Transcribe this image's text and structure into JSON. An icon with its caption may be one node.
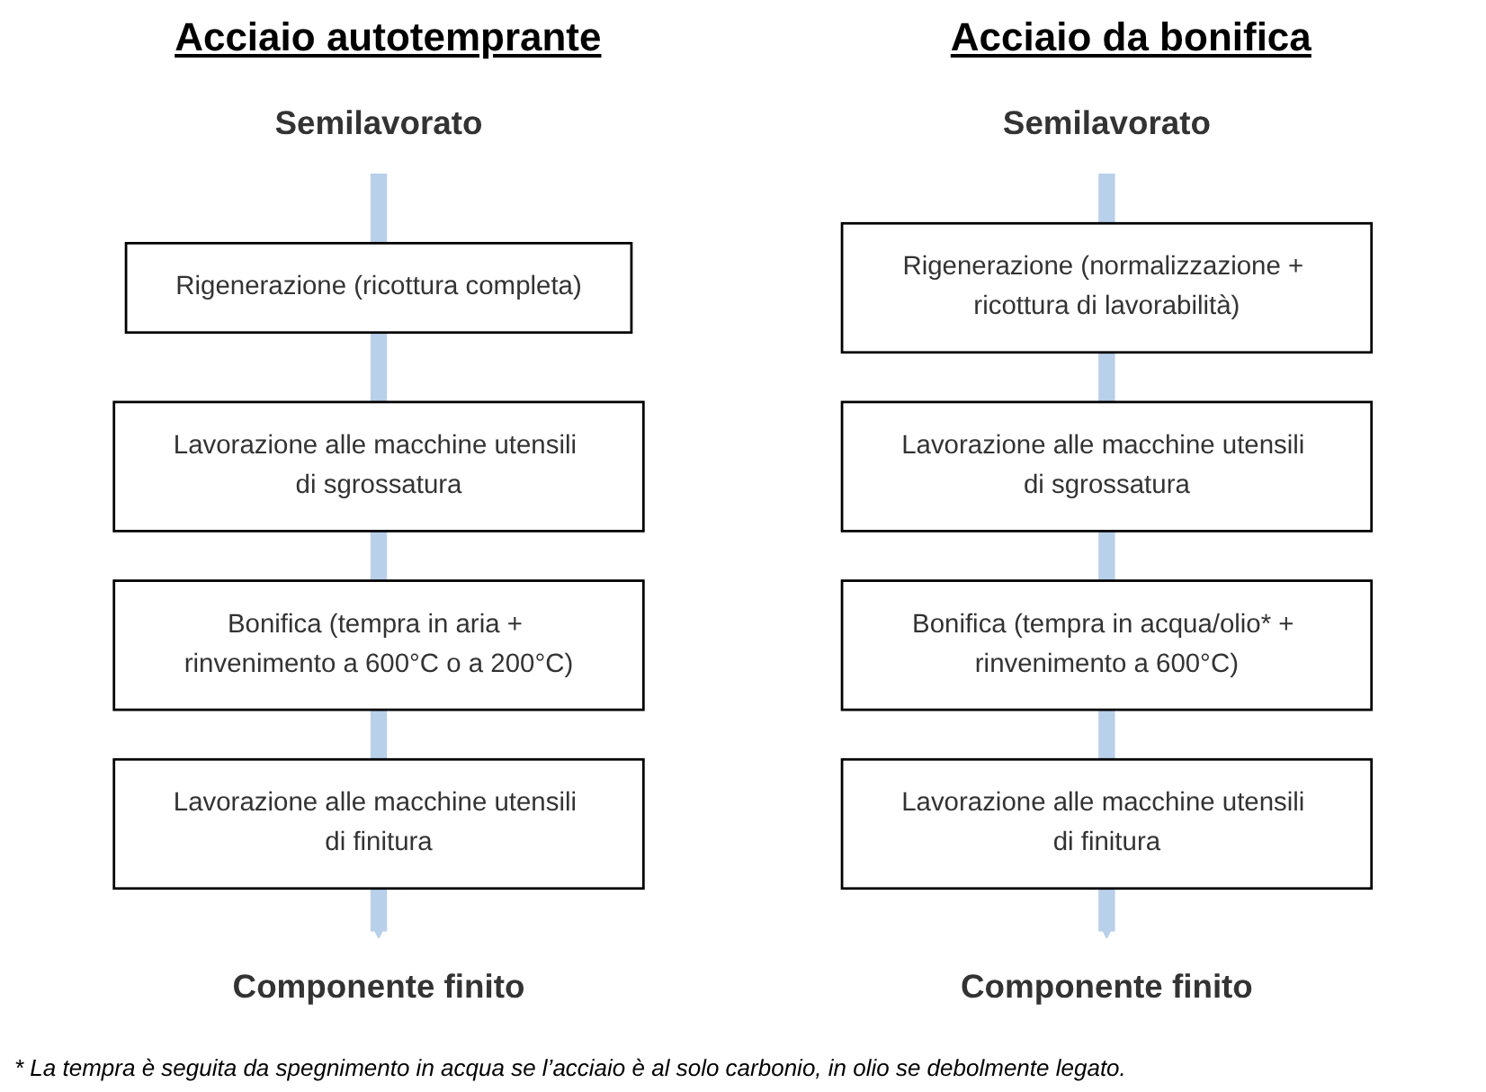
{
  "diagram": {
    "nodes": [
      {
        "text": [
          "Semilavorato"
        ]
      },
      {
        "text": [
          "Rigenerazione (ricottura completa)"
        ]
      },
      {
        "text": [
          "Lavorazione alle macchine utensili di sgrossatura"
        ]
      },
      {
        "text": [
          "Bonifica (tempra in aria + rinvenimento a 600°C o a 200°C)"
        ]
      },
      {
        "text": [
          "Lavorazione alle macchine utensili di finitura"
        ]
      },
      {
        "text": [
          "Componente finito"
        ]
      },
      {
        "text": [
          "Semilavorato"
        ]
      },
      {
        "text": [
          "Rigenerazione (normalizzazione + ricottura di lavorabilità)"
        ]
      },
      {
        "text": [
          "Lavorazione alle macchine utensili di sgrossatura"
        ]
      },
      {
        "text": [
          "Bonifica (tempra in acqua/olio* + rinvenimento a 600°C)"
        ]
      },
      {
        "text": [
          "Lavorazione alle macchine utensili di finitura"
        ]
      },
      {
        "text": [
          "Componente finito"
        ]
      }
    ],
    "edges": [
      {
        "from": 0,
        "to": 1,
        "arrow": "none",
        "color": "#b8d0ea"
      },
      {
        "from": 1,
        "to": 2,
        "arrow": "none",
        "color": "#b8d0ea"
      },
      {
        "from": 2,
        "to": 3,
        "arrow": "none",
        "color": "#b8d0ea"
      },
      {
        "from": 3,
        "to": 4,
        "arrow": "none",
        "color": "#b8d0ea"
      },
      {
        "from": 4,
        "to": 5,
        "arrow": "to",
        "color": "#b8d0ea"
      },
      {
        "from": 6,
        "to": 7,
        "arrow": "none",
        "color": "#b8d0ea"
      },
      {
        "from": 7,
        "to": 8,
        "arrow": "none",
        "color": "#b8d0ea"
      },
      {
        "from": 8,
        "to": 9,
        "arrow": "none",
        "color": "#b8d0ea"
      },
      {
        "from": 9,
        "to": 10,
        "arrow": "none",
        "color": "#b8d0ea"
      },
      {
        "from": 10,
        "to": 11,
        "arrow": "to",
        "color": "#b8d0ea"
      }
    ],
    "labels": [
      "Acciaio autotemprante",
      "Acciaio da bonifica",
      "* La tempra è seguita da spegnimento in acqua se l’acciaio è al solo carbonio, in olio se debolmente legato."
    ]
  }
}
